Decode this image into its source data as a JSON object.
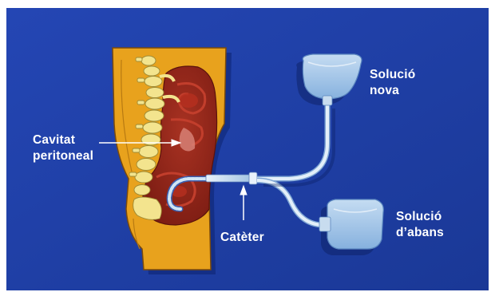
{
  "labels": {
    "cavitat": {
      "line1": "Cavitat",
      "line2": "peritoneal"
    },
    "cateter": "Catèter",
    "solucio_nova": {
      "line1": "Solució",
      "line2": "nova"
    },
    "solucio_abans": {
      "line1": "Solució",
      "line2": "d’abans"
    }
  },
  "colors": {
    "background": "#1c3fa8",
    "background_dark": "#142f87",
    "body": "#e8a21d",
    "body_outline": "#7a4a0c",
    "organ": "#8f2318",
    "organ_light": "#c23e2c",
    "spine": "#f3e48e",
    "catheter": "#cfe4f4",
    "bag": "#a9cbea",
    "shadow": "#0a1c5e",
    "text": "#ffffff"
  }
}
